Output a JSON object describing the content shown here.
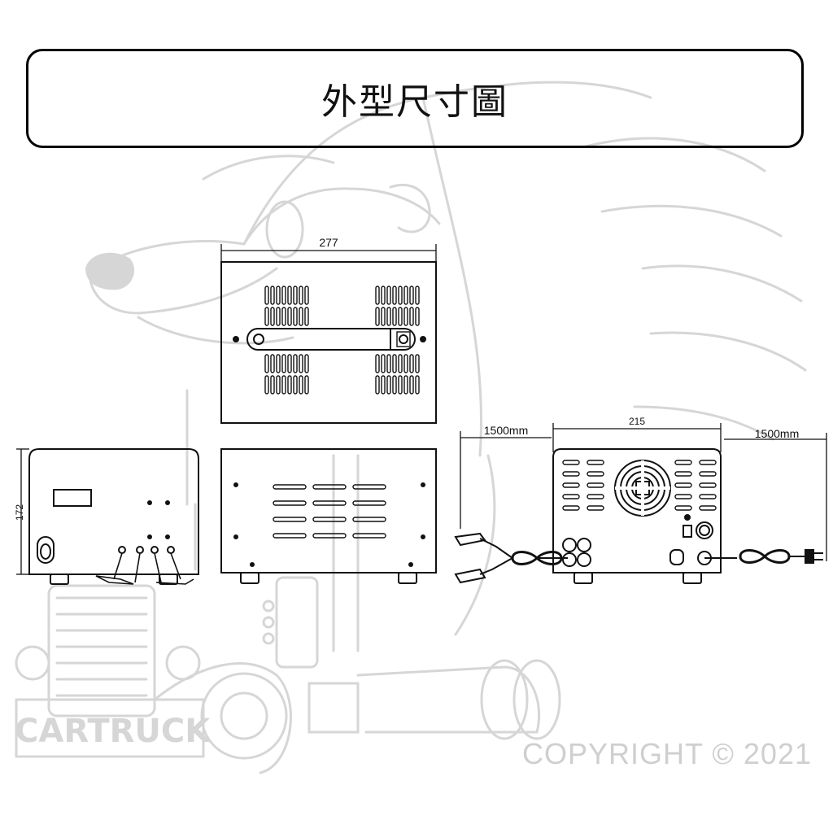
{
  "title": "外型尺寸圖",
  "dimensions": {
    "top_width": "277",
    "front_height": "172",
    "rear_width": "215",
    "left_cable": "1500mm",
    "right_cable": "1500mm"
  },
  "watermark": {
    "brand": "CARTRUCK",
    "copyright": "COPYRIGHT © 2021"
  },
  "colors": {
    "line": "#111111",
    "watermark": "#d4d4d4"
  }
}
